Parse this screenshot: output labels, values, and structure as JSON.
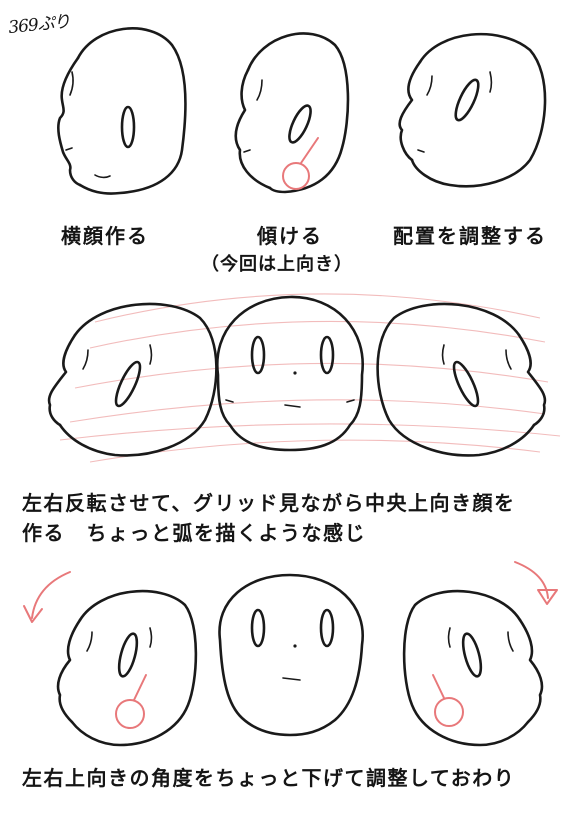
{
  "signature": "369ぷり",
  "step1": {
    "label": "横顔作る"
  },
  "step2": {
    "label": "傾ける",
    "note": "（今回は上向き）"
  },
  "step3": {
    "label": "配置を調整する"
  },
  "step4": {
    "line1": "左右反転させて、グリッド見ながら中央上向き顔を",
    "line2": "作る　ちょっと弧を描くような感じ"
  },
  "step5": {
    "text": "左右上向きの角度をちょっと下げて調整しておわり"
  },
  "colors": {
    "stroke": "#1a1a1a",
    "annotation": "#e8787a",
    "grid": "#f2bcbc"
  },
  "icons": {
    "rotate_left": "curved-arrow-left-icon",
    "rotate_right": "curved-arrow-right-icon"
  }
}
